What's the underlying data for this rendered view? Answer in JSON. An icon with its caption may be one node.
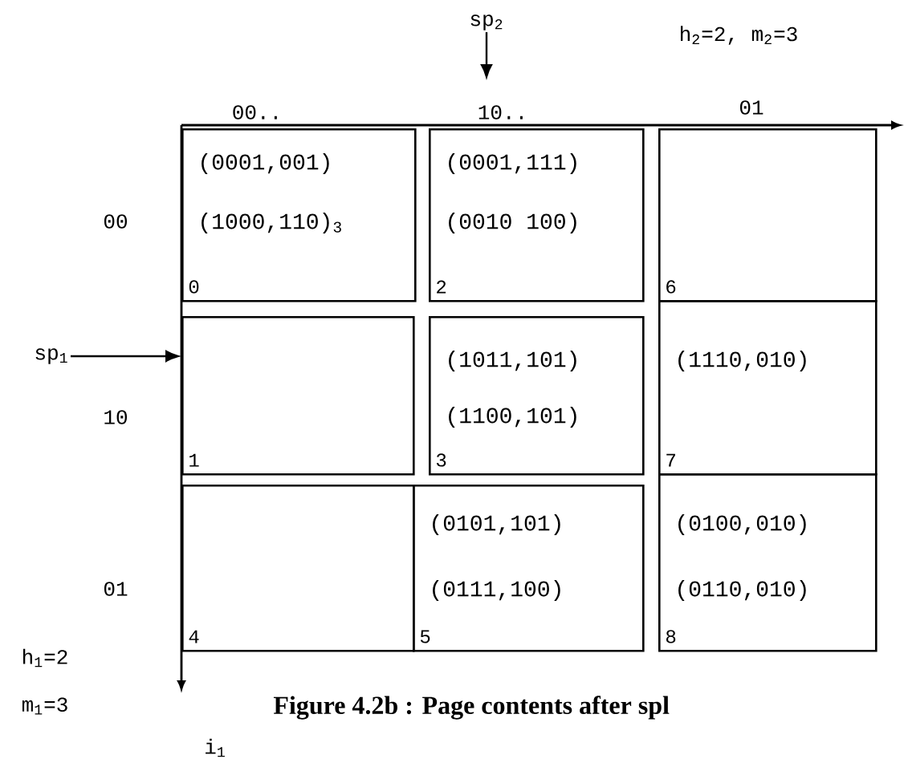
{
  "diagram": {
    "caption": "Figure 4.2b : Page contents after spl",
    "nodes": [
      {
        "text": [
          "sp$_{2}$"
        ]
      },
      {
        "text": [
          "sp$_{1}$"
        ]
      },
      {
        "text": [
          "(0001,001)",
          "(1000,110)$_{3}$",
          "0"
        ]
      },
      {
        "text": [
          "(0001,111)",
          "(0010 100)",
          "2"
        ]
      },
      {
        "text": [
          "6"
        ]
      },
      {
        "text": [
          "1"
        ]
      },
      {
        "text": [
          "(1011,101)",
          "(1100,101)",
          "3"
        ]
      },
      {
        "text": [
          "(1110,010)",
          "7"
        ]
      },
      {
        "text": [
          "4"
        ]
      },
      {
        "text": [
          "(0101,101)",
          "(0111,100)",
          "5"
        ]
      },
      {
        "text": [
          "(0100,010)",
          "(0110,010)",
          "8"
        ]
      }
    ],
    "edges": [
      {
        "from": 0,
        "to": null,
        "arrow": "to"
      },
      {
        "from": 1,
        "to": 5,
        "arrow": "to"
      }
    ],
    "labels": [
      "h$_{2}$=2, m$_{2}$=3",
      "00..",
      "10..",
      "01",
      "00",
      "10",
      "01",
      "h$_{1}$=2",
      "m$_{1}$=3",
      "i$_{1}$"
    ]
  }
}
